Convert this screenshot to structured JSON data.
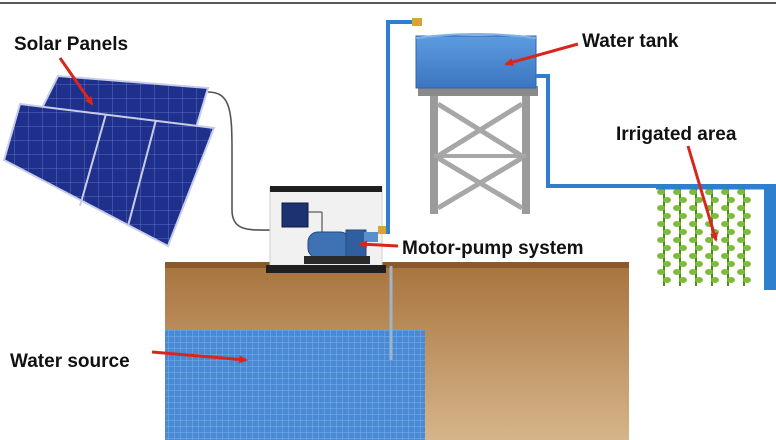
{
  "labels": {
    "solar_panels": "Solar Panels",
    "water_tank": "Water tank",
    "irrigated_area": "Irrigated area",
    "motor_pump": "Motor-pump system",
    "water_source": "Water source"
  },
  "colors": {
    "arrow": "#d9261c",
    "pipe": "#2f7fcf",
    "ground": "#b98a55",
    "water": "#4f8fd6",
    "panel": "#1e2f8f",
    "tank": "#4a86cf",
    "tower": "#9a9a9a",
    "plant": "#7dbb3a"
  }
}
